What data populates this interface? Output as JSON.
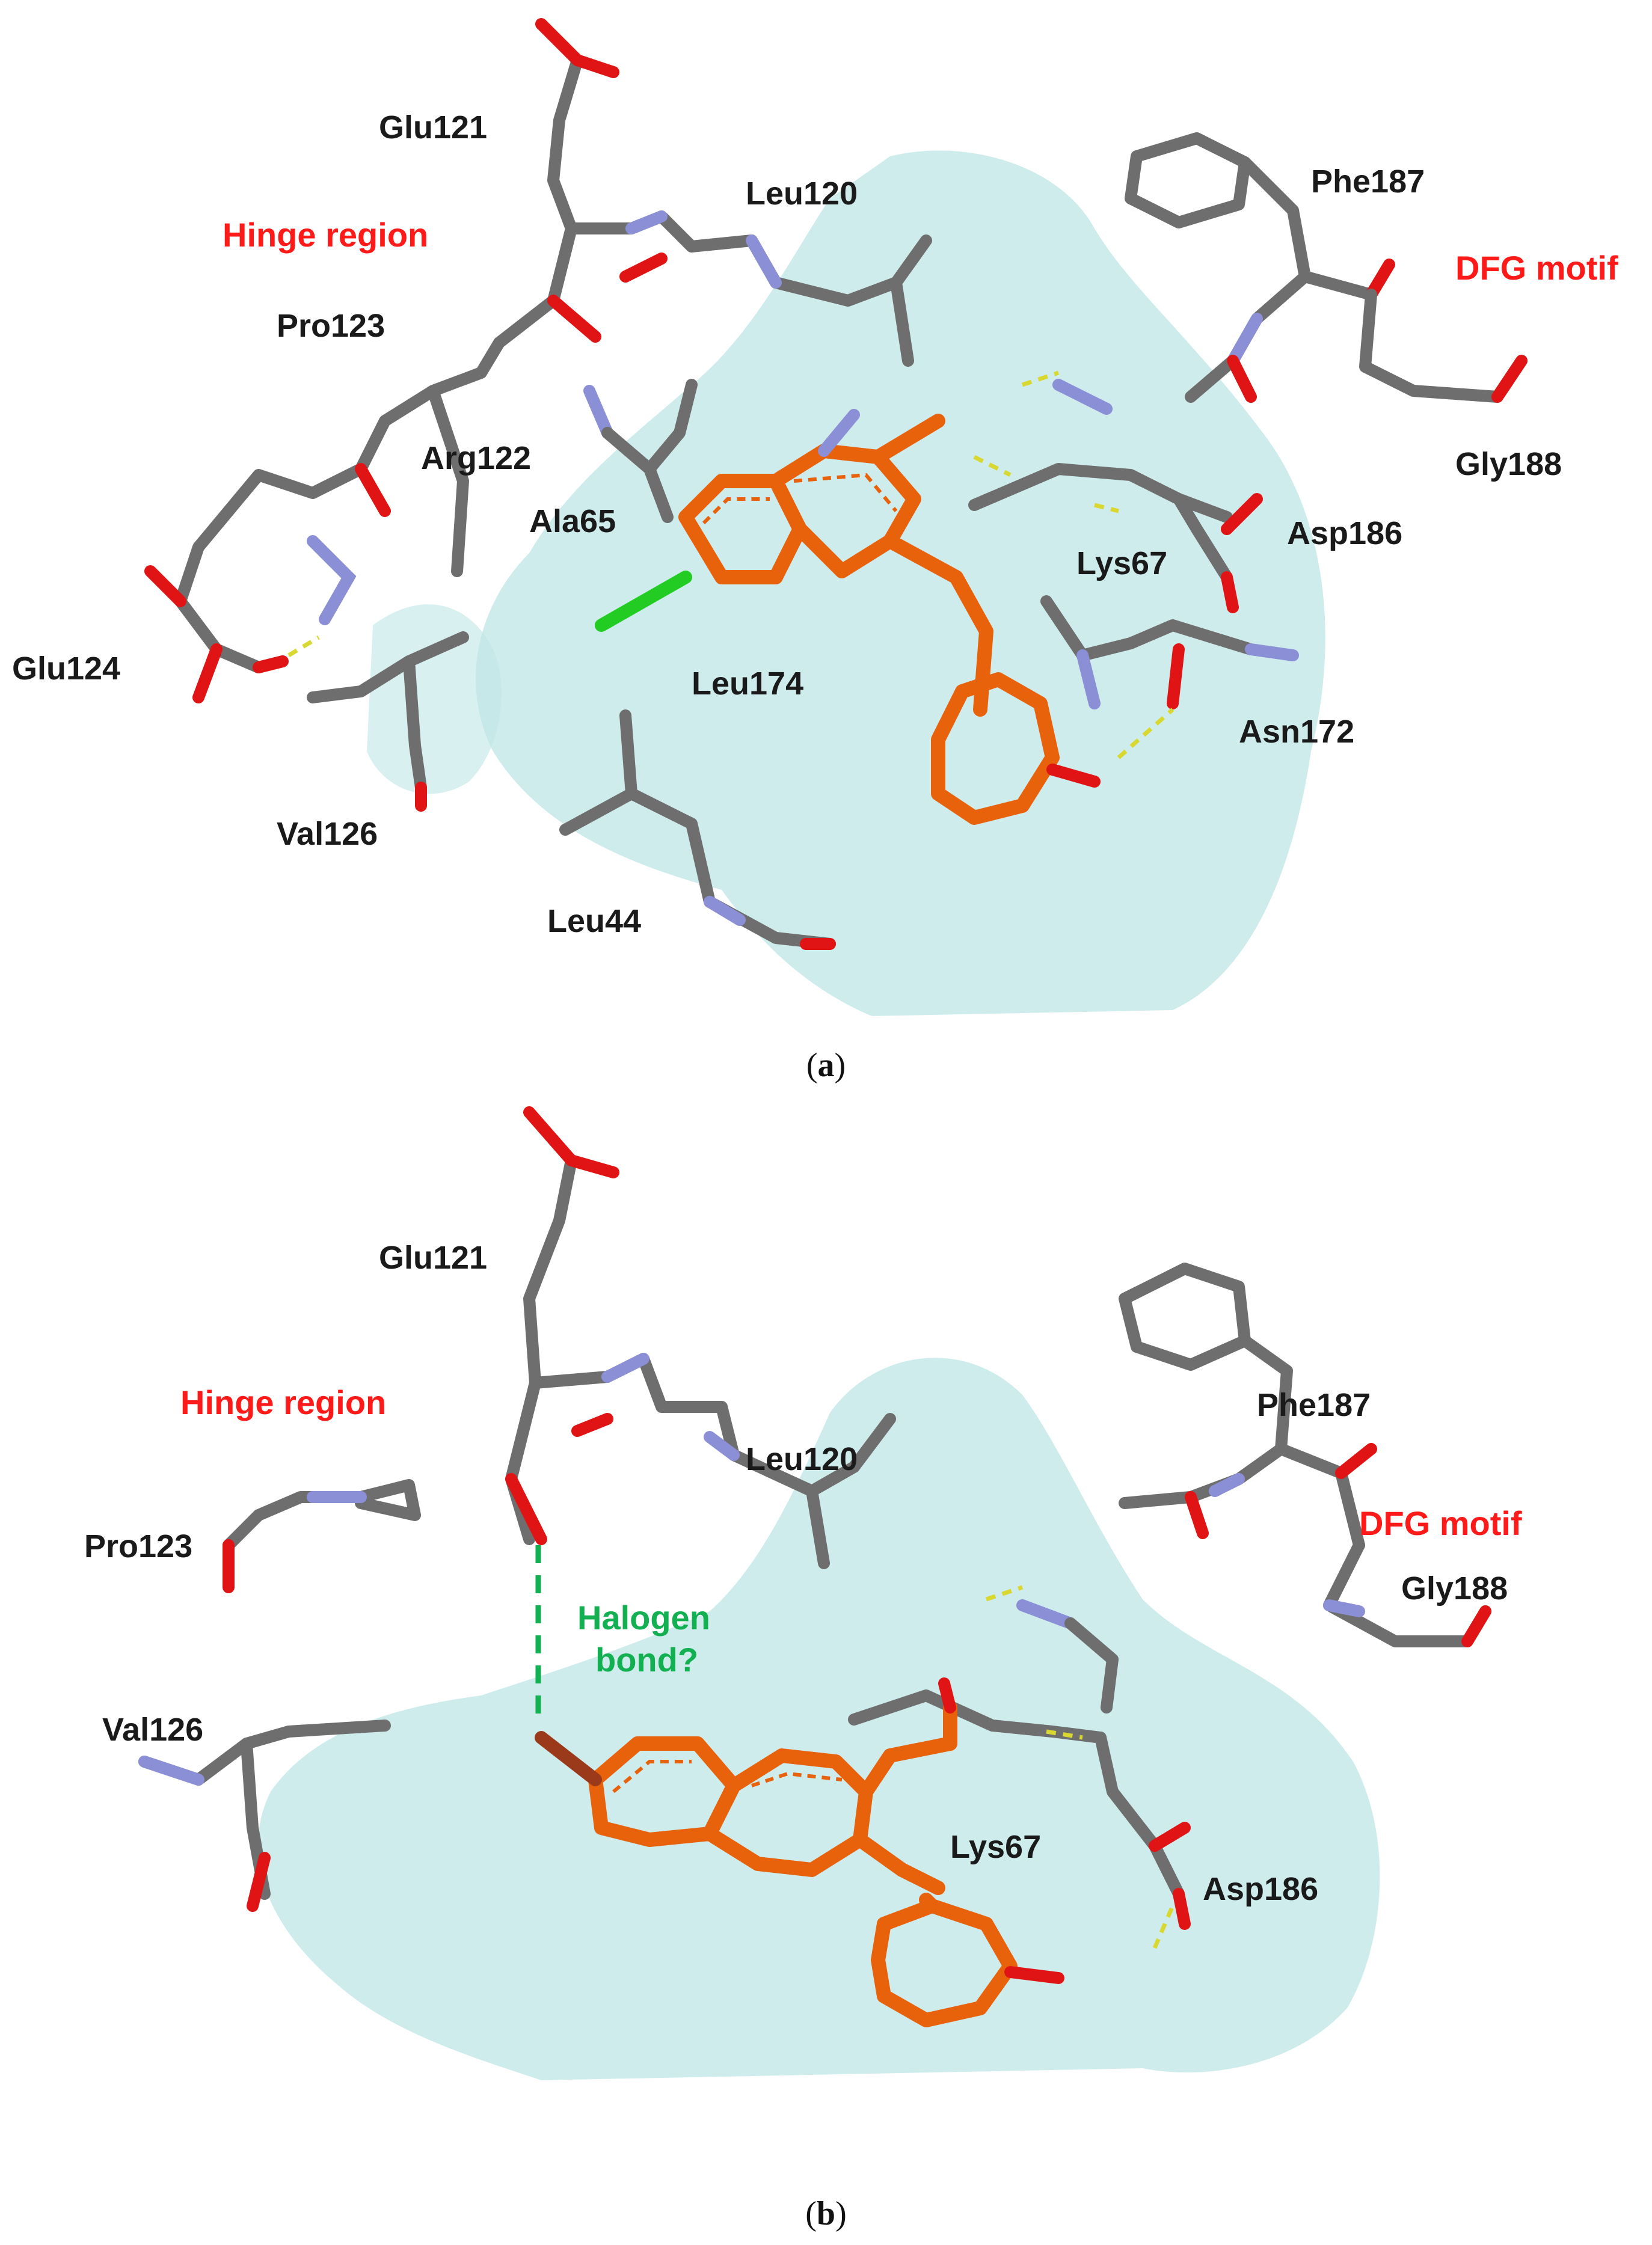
{
  "panel_a": {
    "caption_open": "(",
    "caption_letter": "a",
    "caption_close": ")",
    "residues": [
      "Glu121",
      "Leu120",
      "Phe187",
      "Pro123",
      "Arg122",
      "Ala65",
      "Lys67",
      "Asp186",
      "Gly188",
      "Glu124",
      "Leu174",
      "Asn172",
      "Val126",
      "Leu44"
    ],
    "region_labels": [
      "Hinge region",
      "DFG motif"
    ]
  },
  "panel_b": {
    "caption_open": "(",
    "caption_letter": "b",
    "caption_close": ")",
    "residues": [
      "Glu121",
      "Leu120",
      "Phe187",
      "Pro123",
      "Gly188",
      "Val126",
      "Lys67",
      "Asp186"
    ],
    "region_labels": [
      "Hinge region",
      "DFG motif"
    ],
    "annotation_line1": "Halogen",
    "annotation_line2": "bond?"
  },
  "colors": {
    "carbon": "#6e6e6e",
    "nitrogen": "#8b8fd6",
    "oxygen": "#e01414",
    "ligand": "#e8620c",
    "chlorine": "#22cc22",
    "surface": "#bfe6e6",
    "hbond": "#d8d830",
    "halogen_bond": "#12b050"
  }
}
